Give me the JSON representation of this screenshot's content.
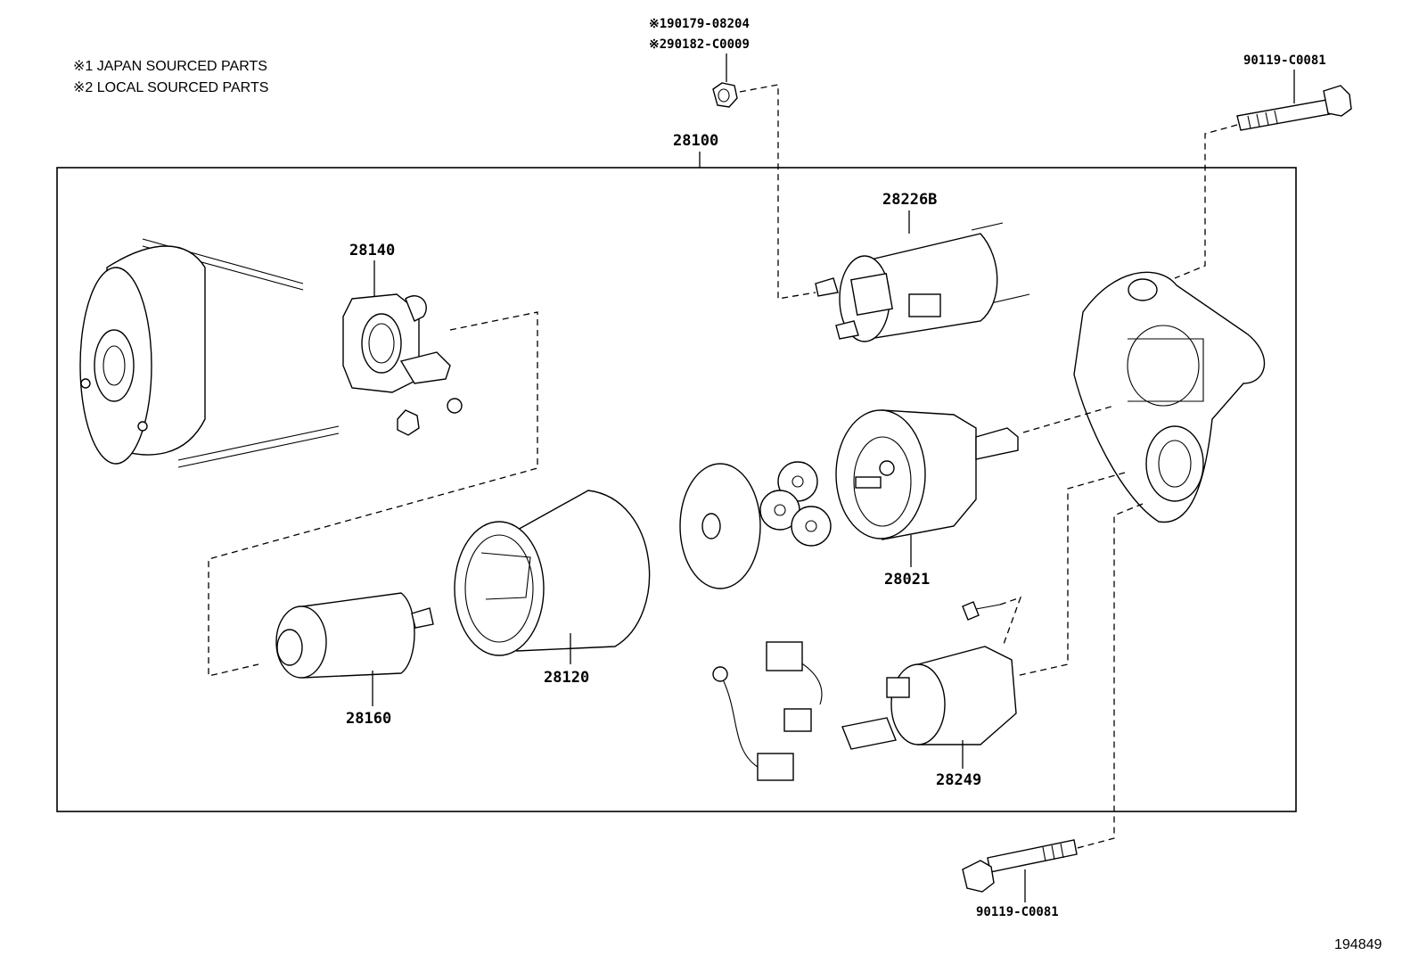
{
  "notes": [
    "※1 JAPAN SOURCED PARTS",
    "※2 LOCAL SOURCED PARTS"
  ],
  "diagram_id": "194849",
  "parts": {
    "assembly": "28100",
    "nut_ref_1": "※190179-08204",
    "nut_ref_2": "※290182-C0009",
    "bolt_top": "90119-C0081",
    "bolt_bottom": "90119-C0081",
    "solenoid_switch": "28226B",
    "brush_holder": "28140",
    "yoke": "28120",
    "armature": "28160",
    "clutch": "28021",
    "lead_switch": "28249"
  }
}
